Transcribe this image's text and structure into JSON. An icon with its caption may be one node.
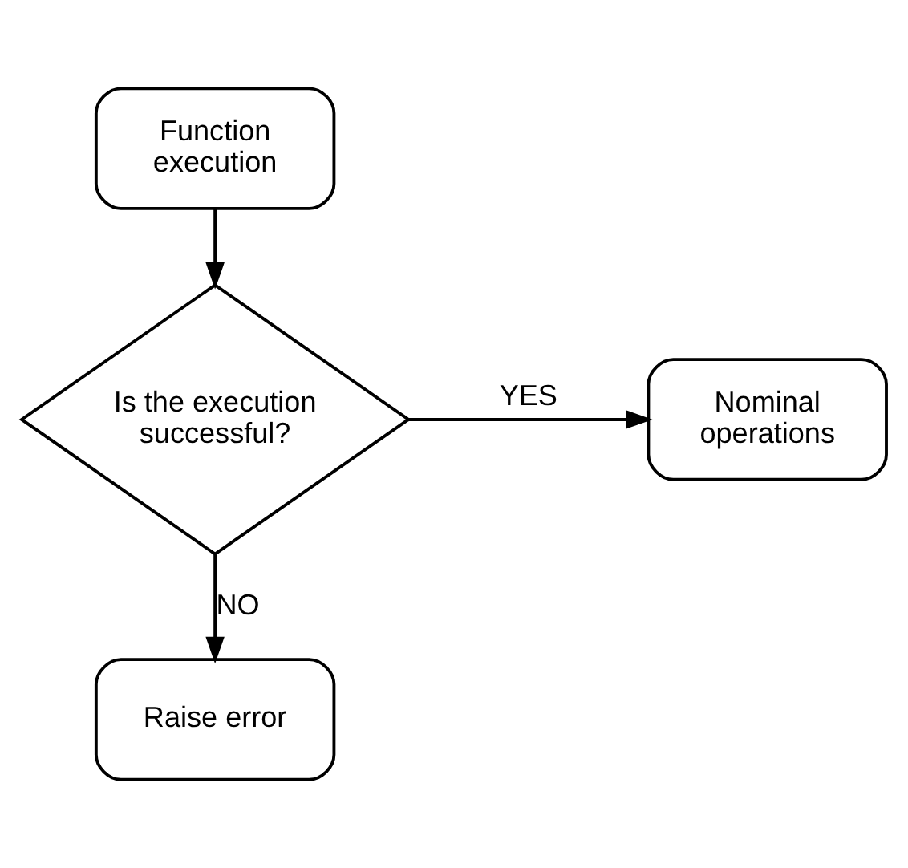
{
  "diagram": {
    "nodes": [
      {
        "text": [
          "Function execution"
        ]
      },
      {
        "text": [
          "Is the execution successful?"
        ]
      },
      {
        "text": [
          "Nominal operations"
        ]
      },
      {
        "text": [
          "Raise error"
        ]
      }
    ],
    "edges": [
      {
        "from": 0,
        "to": 1,
        "arrow": "to"
      },
      {
        "from": 1,
        "to": 2,
        "arrow": "to",
        "label": "YES"
      },
      {
        "from": 1,
        "to": 3,
        "arrow": "to",
        "label": "NO"
      }
    ]
  }
}
